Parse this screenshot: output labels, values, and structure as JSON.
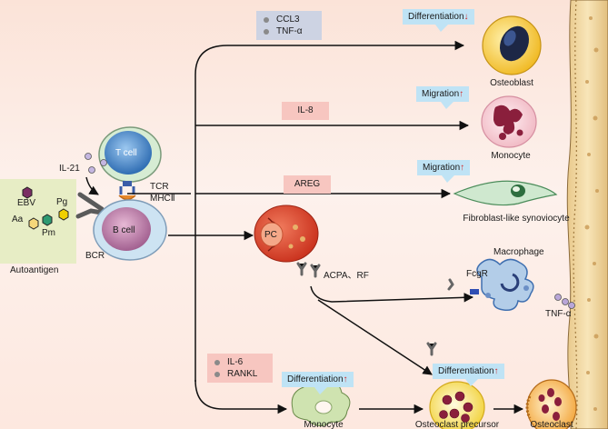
{
  "autoantigen": {
    "title": "Autoantigen",
    "antigens": [
      "EBV",
      "Pg",
      "Aa",
      "Pm"
    ],
    "colors": {
      "panel": "#e7edc5"
    }
  },
  "cells": {
    "t_cell": "T cell",
    "b_cell": "B cell",
    "pc": "PC",
    "osteoblast": "Osteoblast",
    "monocyte_top": "Monocyte",
    "fibroblast": "Fibroblast-like synoviocyte",
    "macrophage": "Macrophage",
    "monocyte_bottom": "Monocyte",
    "osteoclast_precursor": "Osteoclast precursor",
    "osteoclast": "Osteoclast"
  },
  "receptors": {
    "il21": "IL-21",
    "tcr": "TCR",
    "mhc": "MHCⅡ",
    "bcr": "BCR",
    "fcgr": "FcgR",
    "tnf_mac": "TNF-α",
    "acpa": "ACPA、RF"
  },
  "factors": {
    "top": [
      "CCL3",
      "TNF-α"
    ],
    "il8": "IL-8",
    "areg": "AREG",
    "bottom": [
      "IL-6",
      "RANKL"
    ]
  },
  "callouts": {
    "differentiation_down": {
      "label": "Differentiation",
      "arrow": "↓"
    },
    "migration_1": {
      "label": "Migration",
      "arrow": "↑"
    },
    "migration_2": {
      "label": "Migration",
      "arrow": "↑"
    },
    "differentiation_up_1": {
      "label": "Differentiation",
      "arrow": "↑"
    },
    "differentiation_up_2": {
      "label": "Differentiation",
      "arrow": "↑"
    }
  },
  "colors": {
    "t_cell": "#5b9bd5",
    "b_cell": "#c98fb4",
    "plasma_cell": "#e0533a",
    "osteoblast": "#f4c430",
    "monocyte": "#f2c7d0",
    "callout": "#bfe3f5",
    "factor_box": "#f7c6c0",
    "bone": "#f5deae"
  }
}
